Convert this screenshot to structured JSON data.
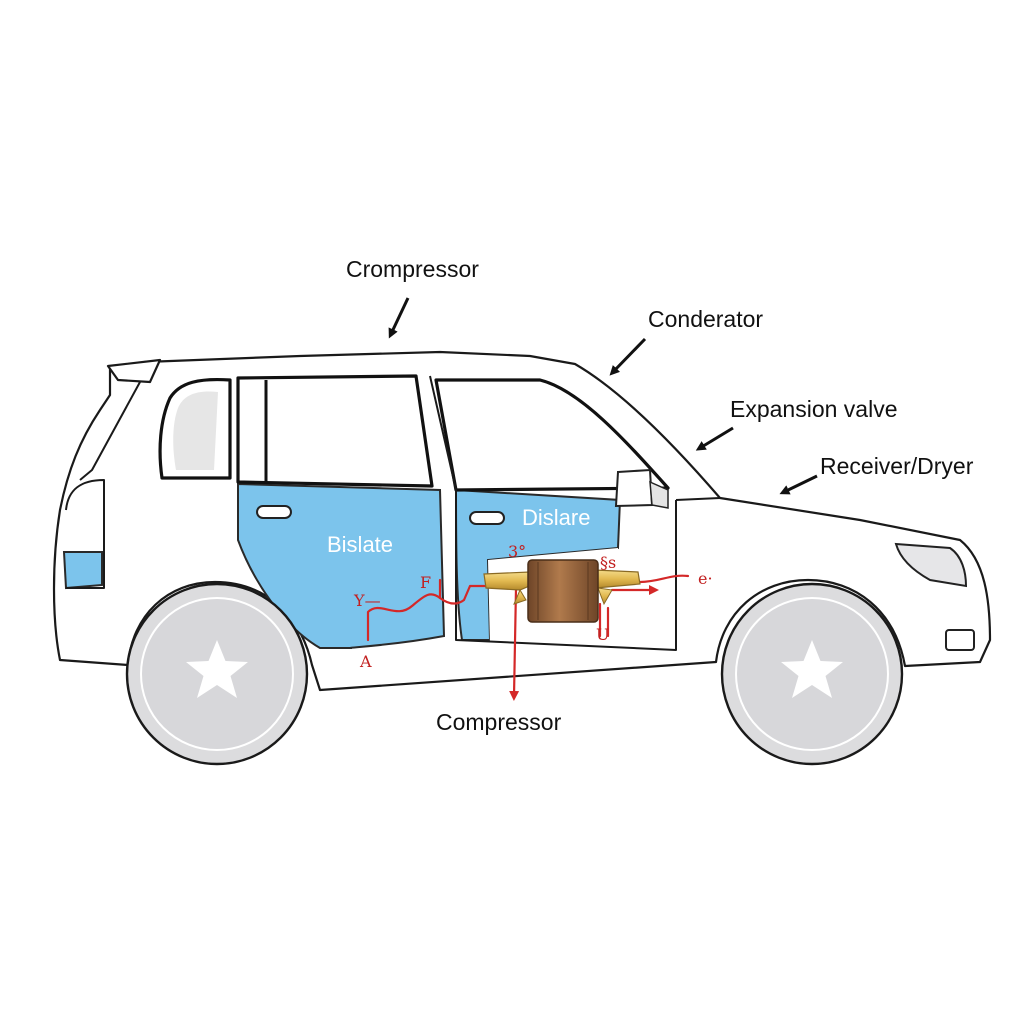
{
  "labels": {
    "top_compressor": "Crompressor",
    "condenser": "Conderator",
    "expansion_valve": "Expansion valve",
    "receiver_dryer": "Receiver/Dryer",
    "bottom_compressor": "Compressor",
    "rear_door": "Bislate",
    "front_door": "Dislare"
  },
  "glyphs": {
    "mark_3": "3°",
    "mark_s": "§s",
    "mark_ya": "Y—",
    "mark_f": "F",
    "mark_a": "A",
    "mark_e": "e·",
    "mark_u": "U"
  },
  "colors": {
    "door_panel": "#7cc4ec",
    "refrigerant_line": "#d42828",
    "compressor_body": "#9a6b43",
    "fitting_brass": "#e2b950",
    "wheel": "#dcdcde"
  },
  "icons": {
    "wheel_hub": "star-icon"
  }
}
